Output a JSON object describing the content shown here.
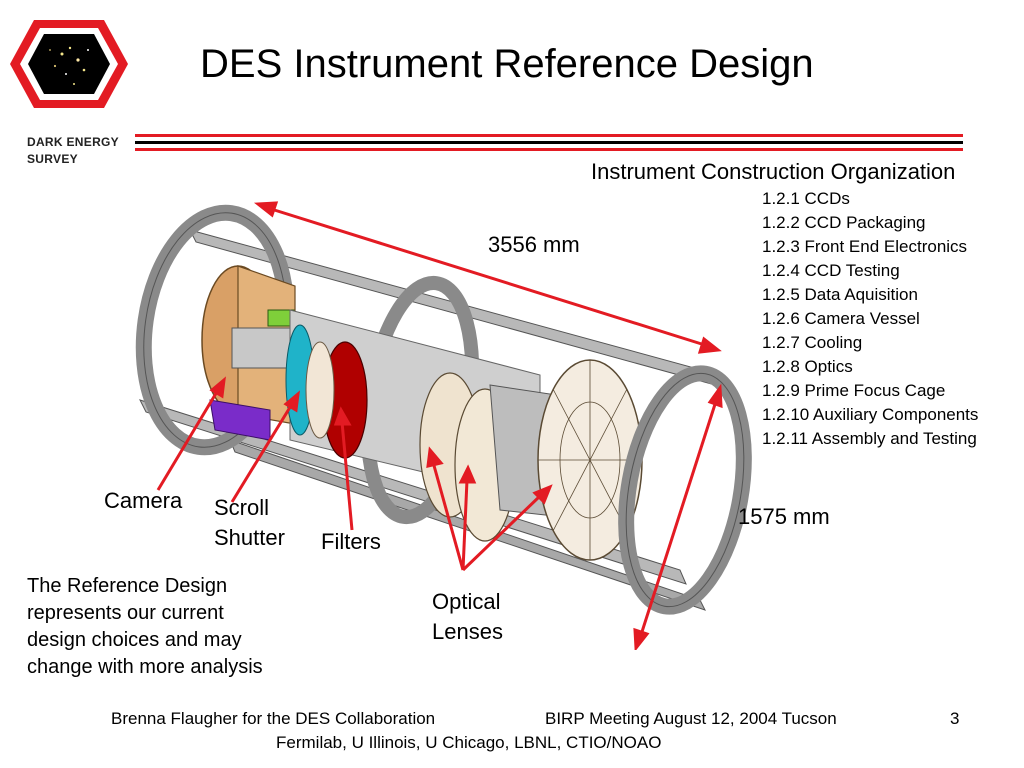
{
  "logo": {
    "line1": "DARK ENERGY",
    "line2": "SURVEY"
  },
  "title": "DES Instrument Reference Design",
  "organization": {
    "heading": "Instrument Construction Organization",
    "items": [
      "1.2.1 CCDs",
      "1.2.2 CCD Packaging",
      "1.2.3 Front End Electronics",
      "1.2.4 CCD Testing",
      "1.2.5 Data Aquisition",
      "1.2.6 Camera Vessel",
      "1.2.7 Cooling",
      "1.2.8 Optics",
      "1.2.9 Prime Focus Cage",
      "1.2.10 Auxiliary Components",
      "1.2.11 Assembly and Testing"
    ]
  },
  "dimensions": {
    "length": "3556 mm",
    "diameter": "1575 mm"
  },
  "labels": {
    "camera": "Camera",
    "scroll": "Scroll",
    "shutter": "Shutter",
    "filters": "Filters",
    "optical": "Optical",
    "lenses": "Lenses"
  },
  "note": [
    "The Reference Design",
    "represents our current",
    "design choices and may",
    "change with more analysis"
  ],
  "footer": {
    "author": "Brenna Flaugher for the DES Collaboration",
    "meeting": "BIRP Meeting August 12, 2004 Tucson",
    "page": "3",
    "institutions": "Fermilab, U Illinois, U Chicago, LBNL, CTIO/NOAO"
  },
  "colors": {
    "accent_red": "#e31b23",
    "frame_gray": "#8a8a8a",
    "camera_tan": "#d9a066",
    "filter_red": "#b00000",
    "lens_beige": "#efe3cf",
    "purple": "#7a2cc9"
  }
}
